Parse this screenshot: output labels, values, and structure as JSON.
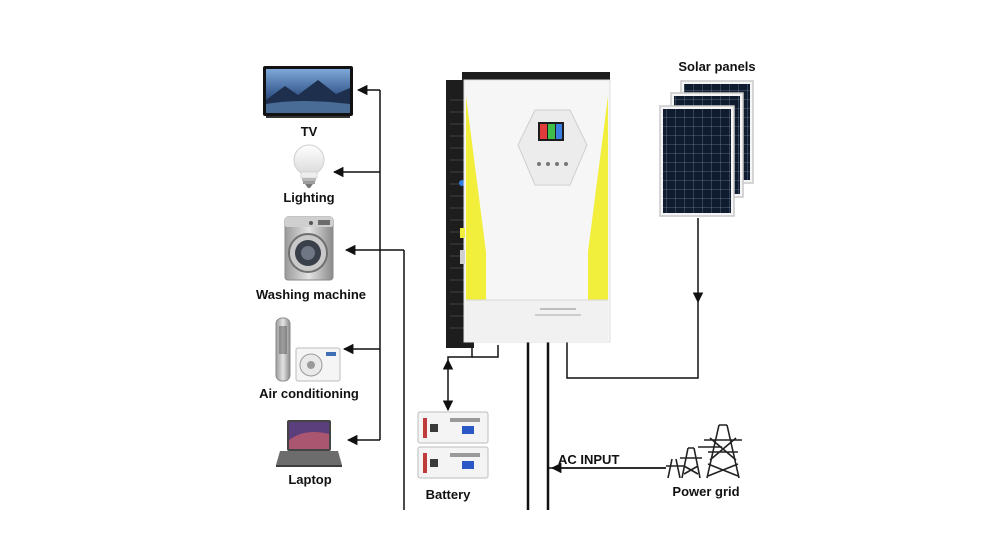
{
  "appliances": {
    "tv": "TV",
    "lighting": "Lighting",
    "washing_machine": "Washing machine",
    "air_conditioning": "Air conditioning",
    "laptop": "Laptop"
  },
  "solar_panels": "Solar panels",
  "battery": "Battery",
  "power_grid": "Power grid",
  "ac_input": "AC INPUT",
  "colors": {
    "line": "#111111",
    "inverter_accent": "#f2ee3c",
    "inverter_body": "#f4f4f4",
    "inverter_side": "#222222",
    "panel_cell": "#0f1b2e",
    "label": "#111111"
  }
}
